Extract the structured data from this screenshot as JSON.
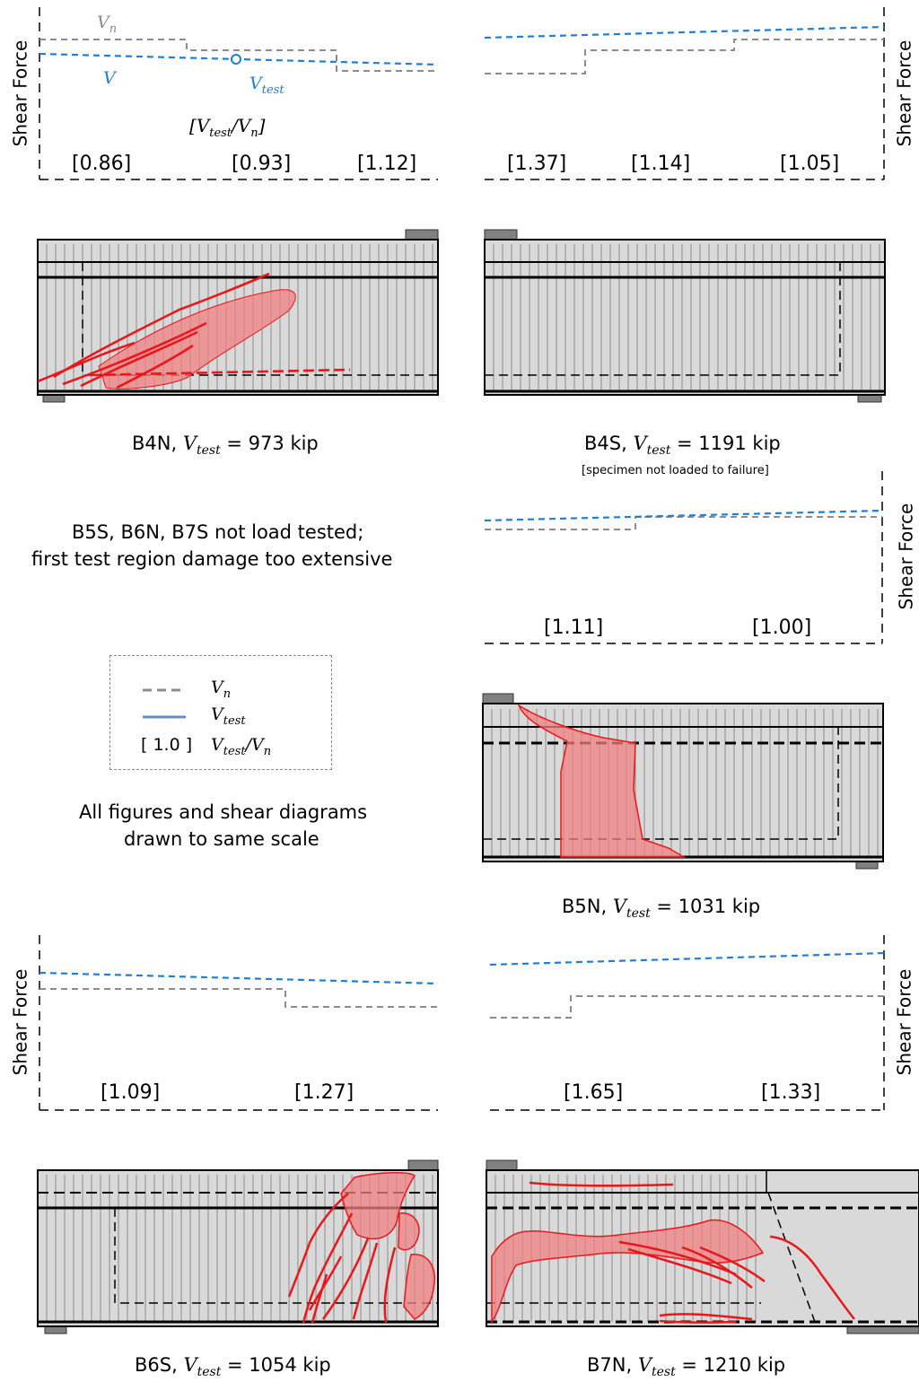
{
  "panels": [
    {
      "id": "B4N",
      "caption_prefix": "B4N, ",
      "caption_value": " = 973 kip",
      "ratios": [
        "[0.86]",
        "[0.93]",
        "[1.12]"
      ],
      "ratio_header": "[V_test/V_n]"
    },
    {
      "id": "B4S",
      "caption_prefix": "B4S, ",
      "caption_value": " = 1191 kip",
      "note": "[specimen not loaded to failure]",
      "ratios": [
        "[1.37]",
        "[1.14]",
        "[1.05]"
      ]
    },
    {
      "id": "B5N",
      "caption_prefix": "B5N, ",
      "caption_value": " = 1031 kip",
      "ratios": [
        "[1.11]",
        "[1.00]"
      ]
    },
    {
      "id": "B6S",
      "caption_prefix": "B6S, ",
      "caption_value": " = 1054 kip",
      "ratios": [
        "[1.09]",
        "[1.27]"
      ]
    },
    {
      "id": "B7N",
      "caption_prefix": "B7N, ",
      "caption_value": " = 1210 kip",
      "ratios": [
        "[1.65]",
        "[1.33]"
      ]
    }
  ],
  "axis_label": "Shear Force",
  "series_labels": {
    "vn": "V",
    "vn_sub": "n",
    "v": "V",
    "vtest": "V",
    "vtest_sub": "test"
  },
  "not_tested_line1": "B5S, B6N, B7S not load tested;",
  "not_tested_line2": "first test region damage too extensive",
  "legend": {
    "item1_sym": "V",
    "item1_sub": "n",
    "item2_sym": "V",
    "item2_sub": "test",
    "item3_box": "[ 1.0 ]",
    "item3_text": "V",
    "item3_text_sub": "test",
    "item3_text2": "/V",
    "item3_text2_sub": "n"
  },
  "scale_note_line1": "All figures and shear diagrams",
  "scale_note_line2": "drawn to same scale",
  "colors": {
    "vn": "#8c8c8c",
    "vtest": "#1f7fd8",
    "concrete": "#d9d9d9",
    "crack": "#e8171b",
    "damage": "#f08080"
  }
}
